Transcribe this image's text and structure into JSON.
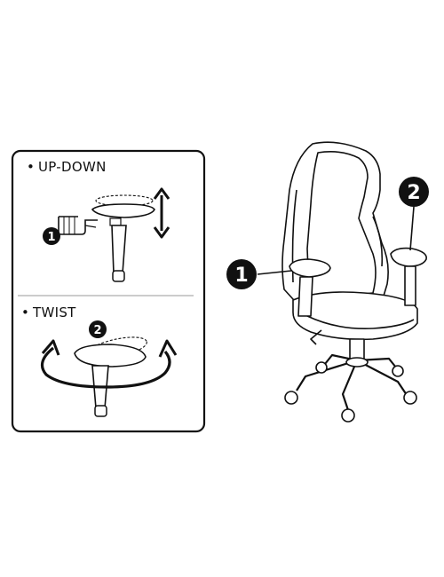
{
  "instructions_panel": {
    "sections": [
      {
        "bullet": "•",
        "label": "UP-DOWN",
        "callout": "1"
      },
      {
        "bullet": "•",
        "label": "TWIST",
        "callout": "2"
      }
    ]
  },
  "chair_callouts": [
    {
      "number": "1"
    },
    {
      "number": "2"
    }
  ],
  "icons": [
    "hand-pointer-icon",
    "up-down-arrow-icon",
    "rotate-arrows-icon"
  ],
  "colors": {
    "line": "#111111",
    "background": "#ffffff"
  }
}
